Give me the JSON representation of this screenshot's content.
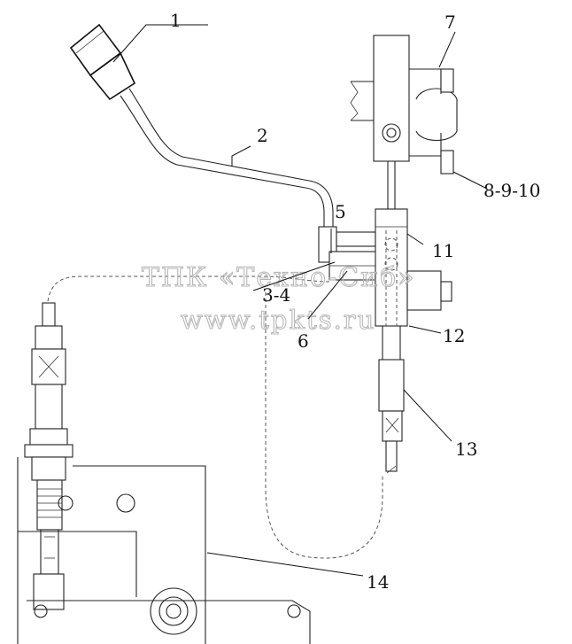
{
  "part_labels": {
    "p1": "1",
    "p2": "2",
    "p3_4": "3-4",
    "p5": "5",
    "p6": "6",
    "p7": "7",
    "p8_9_10": "8-9-10",
    "p11": "11",
    "p12": "12",
    "p13": "13",
    "p14": "14"
  },
  "watermark": {
    "line1": "ТПК «Техно-Сиб»",
    "line2": "www.tpkts.ru"
  }
}
